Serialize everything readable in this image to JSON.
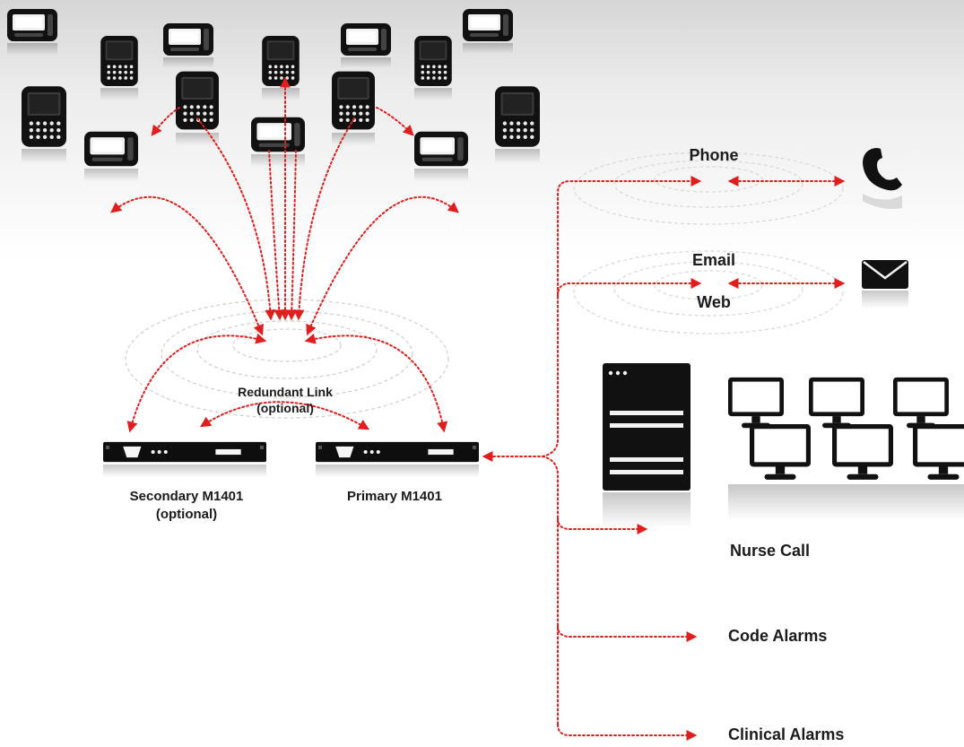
{
  "labels": {
    "phone": "Phone",
    "email": "Email",
    "web": "Web",
    "redundant_link": "Redundant Link",
    "redundant_link_note": "(optional)",
    "secondary": "Secondary M1401",
    "secondary_note": "(optional)",
    "primary": "Primary M1401",
    "nurse_call": "Nurse Call",
    "code_alarms": "Code Alarms",
    "clinical_alarms": "Clinical Alarms"
  },
  "icons": {
    "handheld_device": "handheld-device-icon",
    "pager": "pager-icon",
    "phone": "phone-icon",
    "email": "envelope-icon",
    "server": "server-icon",
    "monitor": "monitor-icon",
    "rack_unit": "rack-server-icon"
  },
  "colors": {
    "link": "#e01e1e",
    "device": "#111111",
    "label": "#1b1b1b"
  }
}
